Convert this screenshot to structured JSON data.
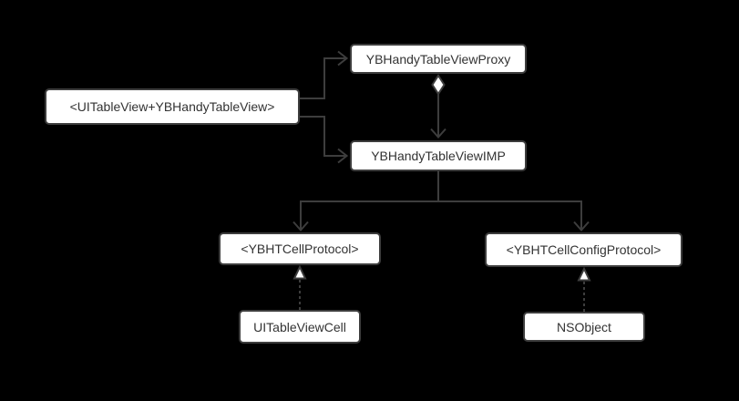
{
  "colors": {
    "background": "#000000",
    "node_fill": "#ffffff",
    "line": "#3d3d3d",
    "text": "#333333"
  },
  "diagram": {
    "nodes": [
      {
        "id": "uitableview-category",
        "label": "<UITableView+YBHandyTableView>"
      },
      {
        "id": "proxy",
        "label": "YBHandyTableViewProxy"
      },
      {
        "id": "imp",
        "label": "YBHandyTableViewIMP"
      },
      {
        "id": "cell-protocol",
        "label": "<YBHTCellProtocol>"
      },
      {
        "id": "cell-config-protocol",
        "label": "<YBHTCellConfigProtocol>"
      },
      {
        "id": "uitableviewcell",
        "label": "UITableViewCell"
      },
      {
        "id": "nsobject",
        "label": "NSObject"
      }
    ],
    "edges": [
      {
        "from": "<UITableView+YBHandyTableView>",
        "to": "YBHandyTableViewProxy",
        "style": "solid-open-arrow"
      },
      {
        "from": "<UITableView+YBHandyTableView>",
        "to": "YBHandyTableViewIMP",
        "style": "solid-open-arrow"
      },
      {
        "from": "YBHandyTableViewProxy",
        "to": "YBHandyTableViewIMP",
        "style": "solid-open-arrow-with-hollow-diamond-at-source"
      },
      {
        "from": "YBHandyTableViewIMP",
        "to": "<YBHTCellProtocol>",
        "style": "solid-open-arrow"
      },
      {
        "from": "YBHandyTableViewIMP",
        "to": "<YBHTCellConfigProtocol>",
        "style": "solid-open-arrow"
      },
      {
        "from": "UITableViewCell",
        "to": "<YBHTCellProtocol>",
        "style": "dashed-hollow-triangle"
      },
      {
        "from": "NSObject",
        "to": "<YBHTCellConfigProtocol>",
        "style": "dashed-hollow-triangle"
      }
    ]
  }
}
